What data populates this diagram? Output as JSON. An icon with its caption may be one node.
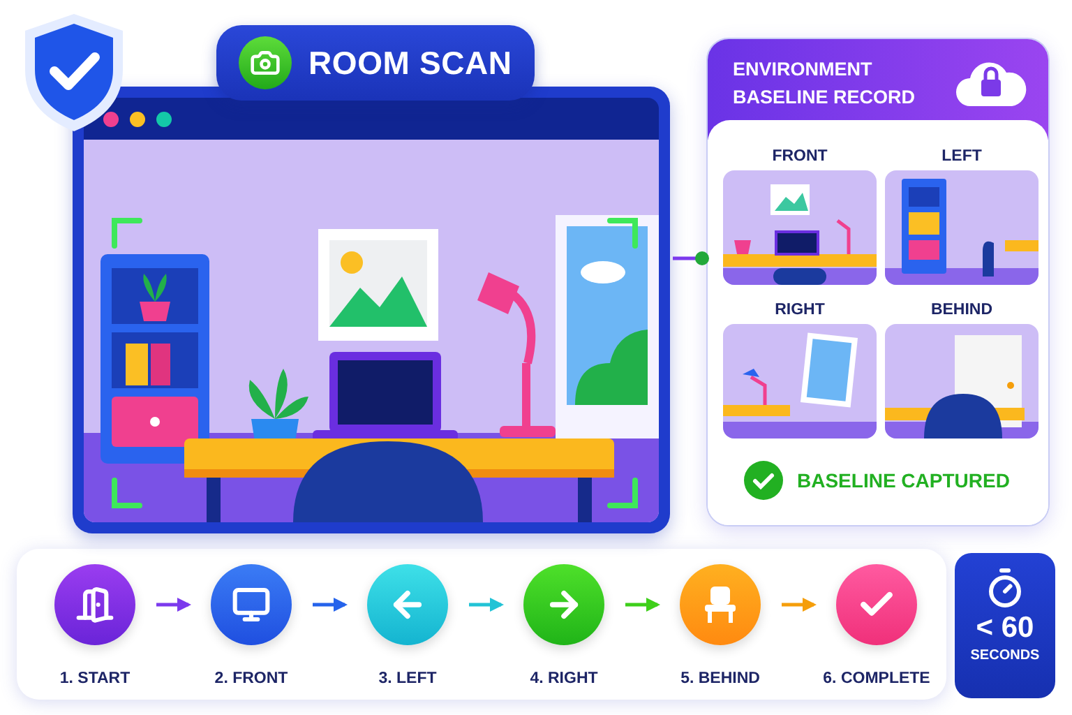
{
  "diagram": {
    "nodes": [
      {
        "text": [
          "ROOM SCAN"
        ]
      },
      {
        "text": [],
        "shape": "picture"
      },
      {
        "text": [
          "ENVIRONMENT BASELINE RECORD",
          "BASELINE CAPTURED"
        ]
      },
      {
        "text": [
          "FRONT"
        ],
        "in": 2
      },
      {
        "text": [
          "LEFT"
        ],
        "in": 2
      },
      {
        "text": [
          "RIGHT"
        ],
        "in": 2
      },
      {
        "text": [
          "BEHIND"
        ],
        "in": 2
      },
      {
        "text": [
          "1. START"
        ]
      },
      {
        "text": [
          "2. FRONT"
        ]
      },
      {
        "text": [
          "3. LEFT"
        ]
      },
      {
        "text": [
          "4. RIGHT"
        ]
      },
      {
        "text": [
          "5. BEHIND"
        ]
      },
      {
        "text": [
          "6. COMPLETE"
        ]
      },
      {
        "text": [
          "< 60",
          "SECONDS"
        ]
      }
    ],
    "edges": [
      {
        "from": 1,
        "to": 2,
        "arrow": "other",
        "color": "#7c3aed"
      },
      {
        "from": 7,
        "to": 8,
        "arrow": "to",
        "color": "#7c3aed"
      },
      {
        "from": 8,
        "to": 9,
        "arrow": "to",
        "color": "#2563eb"
      },
      {
        "from": 9,
        "to": 10,
        "arrow": "to",
        "color": "#22c3d6"
      },
      {
        "from": 10,
        "to": 11,
        "arrow": "to",
        "color": "#3ecf1a"
      },
      {
        "from": 11,
        "to": 12,
        "arrow": "to",
        "color": "#f59e0b"
      }
    ]
  }
}
